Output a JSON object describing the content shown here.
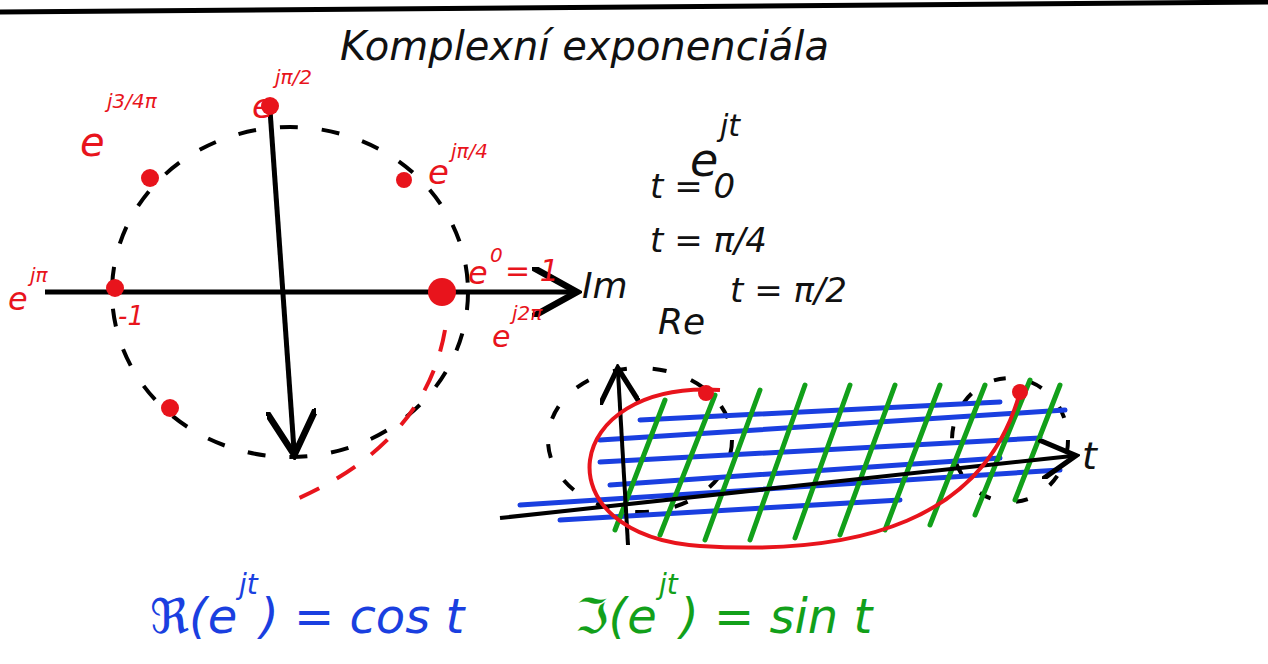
{
  "diagram": {
    "title": "Komplexní exponenciála",
    "labels": [
      "e",
      "jt",
      "e",
      "j3/4π",
      "e",
      "jπ/2",
      "e",
      "jπ/4",
      "e",
      "0",
      "= 1",
      "e",
      "jπ",
      "-1",
      "e",
      "j2π",
      "Im",
      "Re",
      "t = 0",
      "t = π/4",
      "t = π/2",
      "t",
      "ℜ(e",
      "jt",
      ") = cos t",
      "ℑ(e",
      "jt",
      ") = sin t"
    ]
  }
}
